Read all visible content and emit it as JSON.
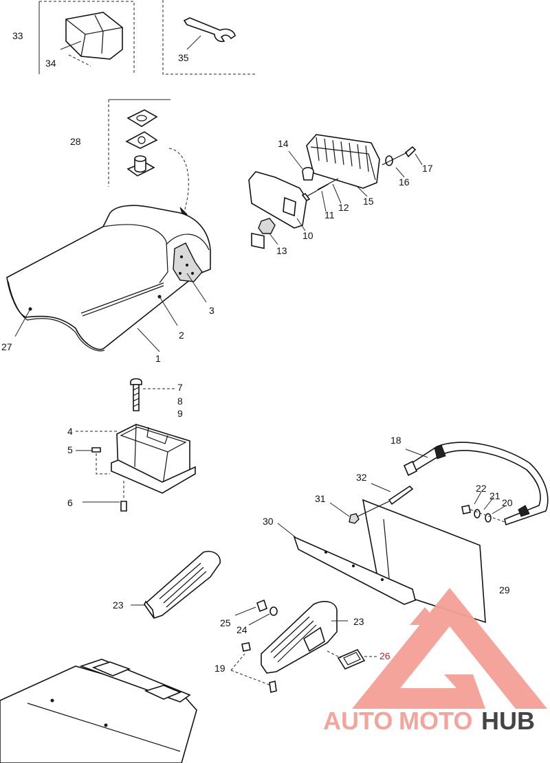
{
  "callouts": {
    "c1": "1",
    "c2": "2",
    "c3": "3",
    "c4": "4",
    "c5": "5",
    "c6": "6",
    "c7": "7",
    "c8": "8",
    "c9": "9",
    "c10": "10",
    "c11": "11",
    "c12": "12",
    "c13": "13",
    "c14": "14",
    "c15": "15",
    "c16": "16",
    "c17": "17",
    "c18": "18",
    "c19": "19",
    "c20": "20",
    "c21": "21",
    "c22": "22",
    "c23a": "23",
    "c23b": "23",
    "c24": "24",
    "c25": "25",
    "c26": "26",
    "c27": "27",
    "c28": "28",
    "c29": "29",
    "c30": "30",
    "c31": "31",
    "c32": "32",
    "c33": "33",
    "c34": "34",
    "c35": "35"
  },
  "watermark": {
    "auto": "AUTO",
    "moto": "MOTO",
    "hub": "HUB",
    "color_primary": "#f4a096",
    "color_secondary": "#3a3a3a"
  }
}
